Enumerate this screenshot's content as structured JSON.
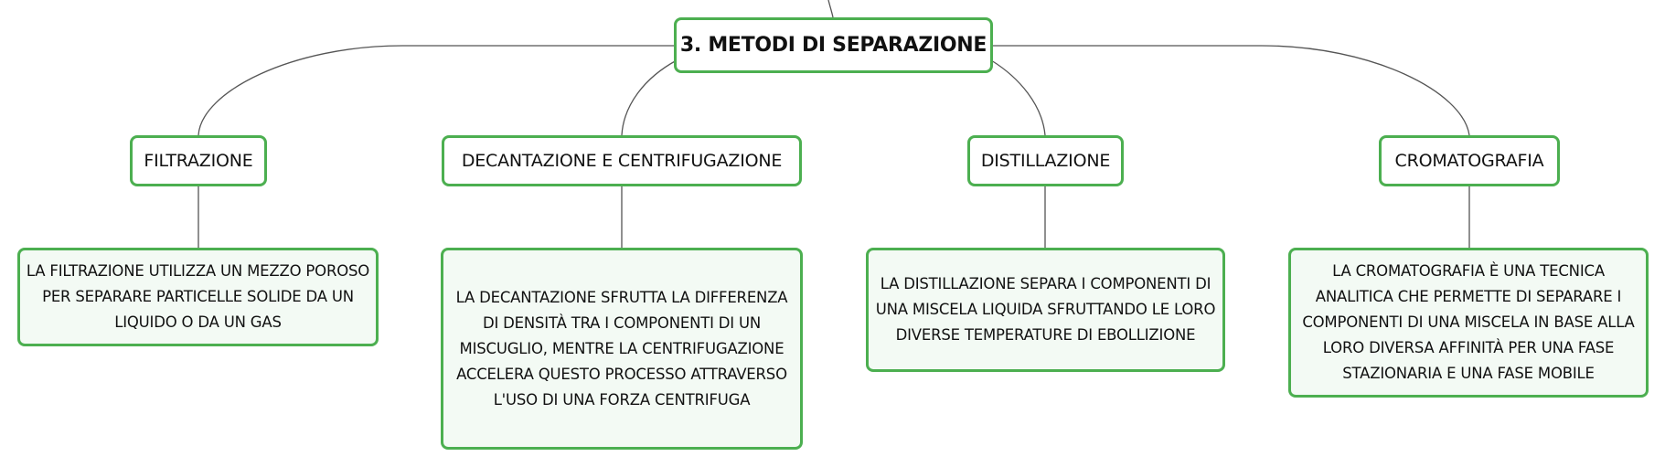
{
  "diagram": {
    "root": {
      "label": "3. METODI DI SEPARAZIONE"
    },
    "topics": [
      {
        "label": "FILTRAZIONE",
        "description": "LA FILTRAZIONE UTILIZZA UN MEZZO POROSO PER SEPARARE PARTICELLE SOLIDE DA UN LIQUIDO O DA UN GAS"
      },
      {
        "label": "DECANTAZIONE E CENTRIFUGAZIONE",
        "description": "LA DECANTAZIONE SFRUTTA LA DIFFERENZA DI DENSITÀ TRA I COMPONENTI DI UN MISCUGLIO, MENTRE LA CENTRIFUGAZIONE ACCELERA QUESTO PROCESSO ATTRAVERSO L'USO DI UNA FORZA CENTRIFUGA"
      },
      {
        "label": "DISTILLAZIONE",
        "description": "LA DISTILLAZIONE SEPARA I COMPONENTI DI UNA MISCELA LIQUIDA SFRUTTANDO LE LORO DIVERSE TEMPERATURE DI EBOLLIZIONE"
      },
      {
        "label": "CROMATOGRAFIA",
        "description": "LA CROMATOGRAFIA È UNA TECNICA ANALITICA CHE PERMETTE DI SEPARARE I COMPONENTI DI UNA MISCELA IN BASE ALLA LORO DIVERSA AFFINITÀ PER UNA FASE STAZIONARIA E UNA FASE MOBILE"
      }
    ]
  },
  "colors": {
    "node_border": "#4caf50",
    "description_fill": "#f3faf4",
    "connector": "#555555",
    "text": "#111111"
  }
}
